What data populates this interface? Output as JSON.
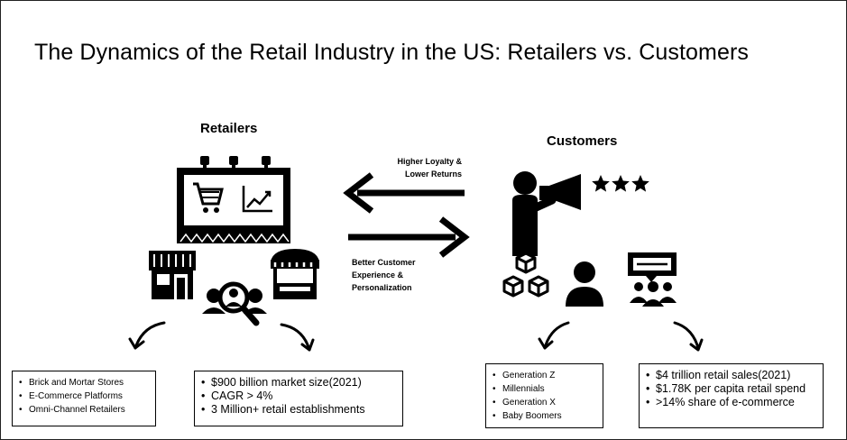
{
  "title": "The Dynamics of the Retail Industry in the US: Retailers vs. Customers",
  "retailers": {
    "heading": "Retailers",
    "list_a": [
      "Brick and Mortar Stores",
      "E-Commerce Platforms",
      "Omni-Channel Retailers"
    ],
    "list_b": [
      "$900 billion market size(2021)",
      "CAGR > 4%",
      "3 Million+ retail establishments"
    ]
  },
  "customers": {
    "heading": "Customers",
    "list_a": [
      "Generation Z",
      "Millennials",
      "Generation X",
      "Baby Boomers"
    ],
    "list_b": [
      "$4 trillion retail sales(2021)",
      "$1.78K per capita retail spend",
      ">14% share of e-commerce"
    ]
  },
  "arrows": {
    "to_retailers": [
      "Higher Loyalty &",
      "Lower Returns"
    ],
    "to_customers": [
      "Better Customer",
      "Experience &",
      "Personalization"
    ]
  },
  "icons": [
    "billboard-icon",
    "shopping-cart-icon",
    "trend-chart-icon",
    "storefront-icon",
    "magnifier-people-icon",
    "market-stall-icon",
    "megaphone-person-icon",
    "star-icon",
    "blocks-icon",
    "person-icon",
    "group-chat-icon",
    "curved-arrow-icon"
  ]
}
